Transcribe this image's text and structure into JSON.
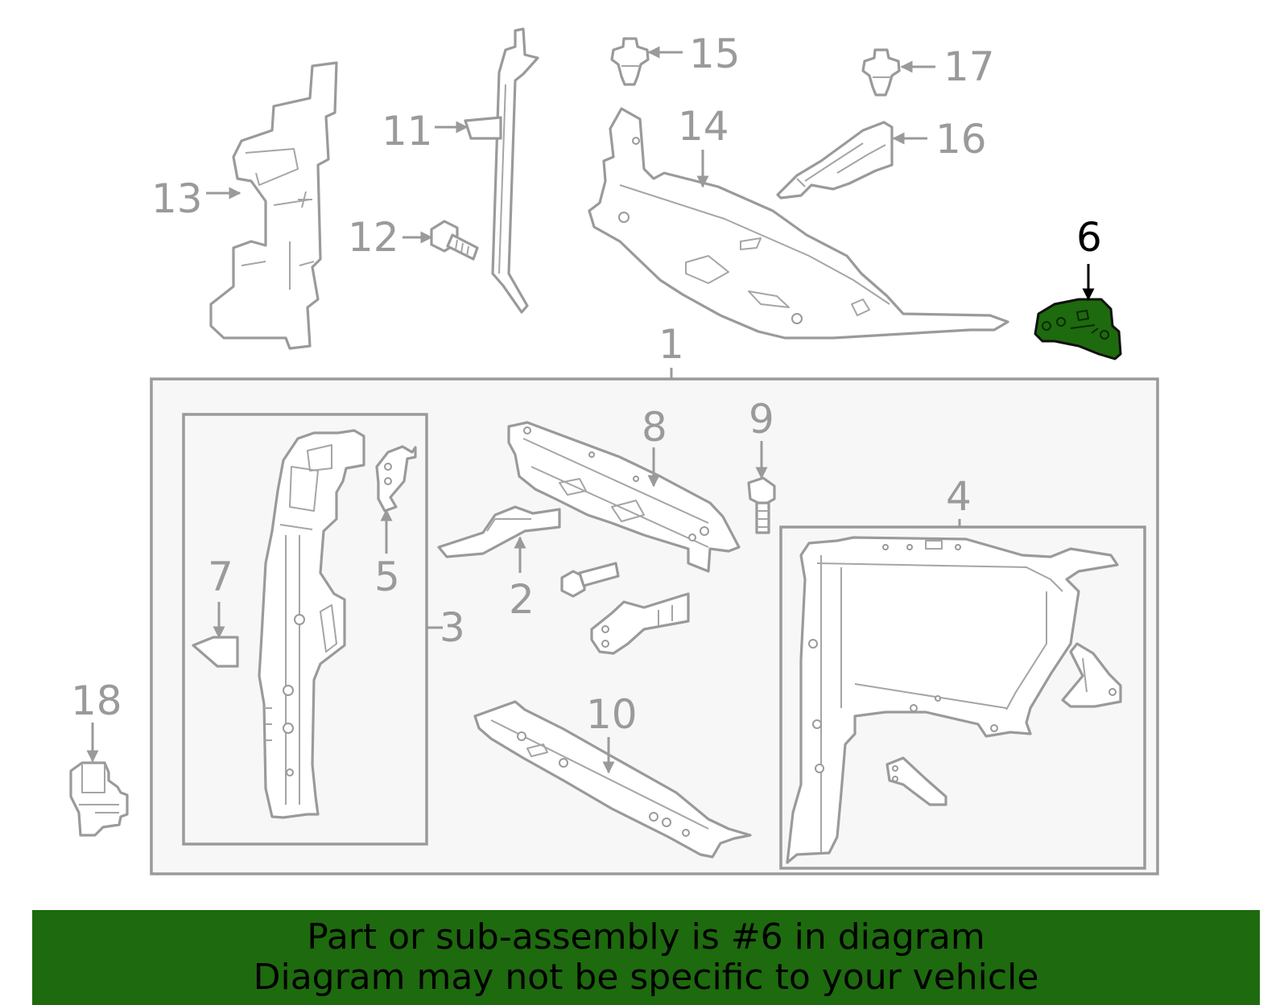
{
  "callouts": {
    "c1": "1",
    "c2": "2",
    "c3": "3",
    "c4": "4",
    "c5": "5",
    "c6": "6",
    "c7": "7",
    "c8": "8",
    "c9": "9",
    "c10": "10",
    "c11": "11",
    "c12": "12",
    "c13": "13",
    "c14": "14",
    "c15": "15",
    "c16": "16",
    "c17": "17",
    "c18": "18"
  },
  "highlighted_part": "6",
  "colors": {
    "highlight": "#1e6a0e",
    "line_art": "#9a9a9a",
    "panel": "#f7f7f7"
  },
  "banner": {
    "line1": "Part or sub-assembly is #6 in diagram",
    "line2": "Diagram may not be specific to your vehicle"
  }
}
